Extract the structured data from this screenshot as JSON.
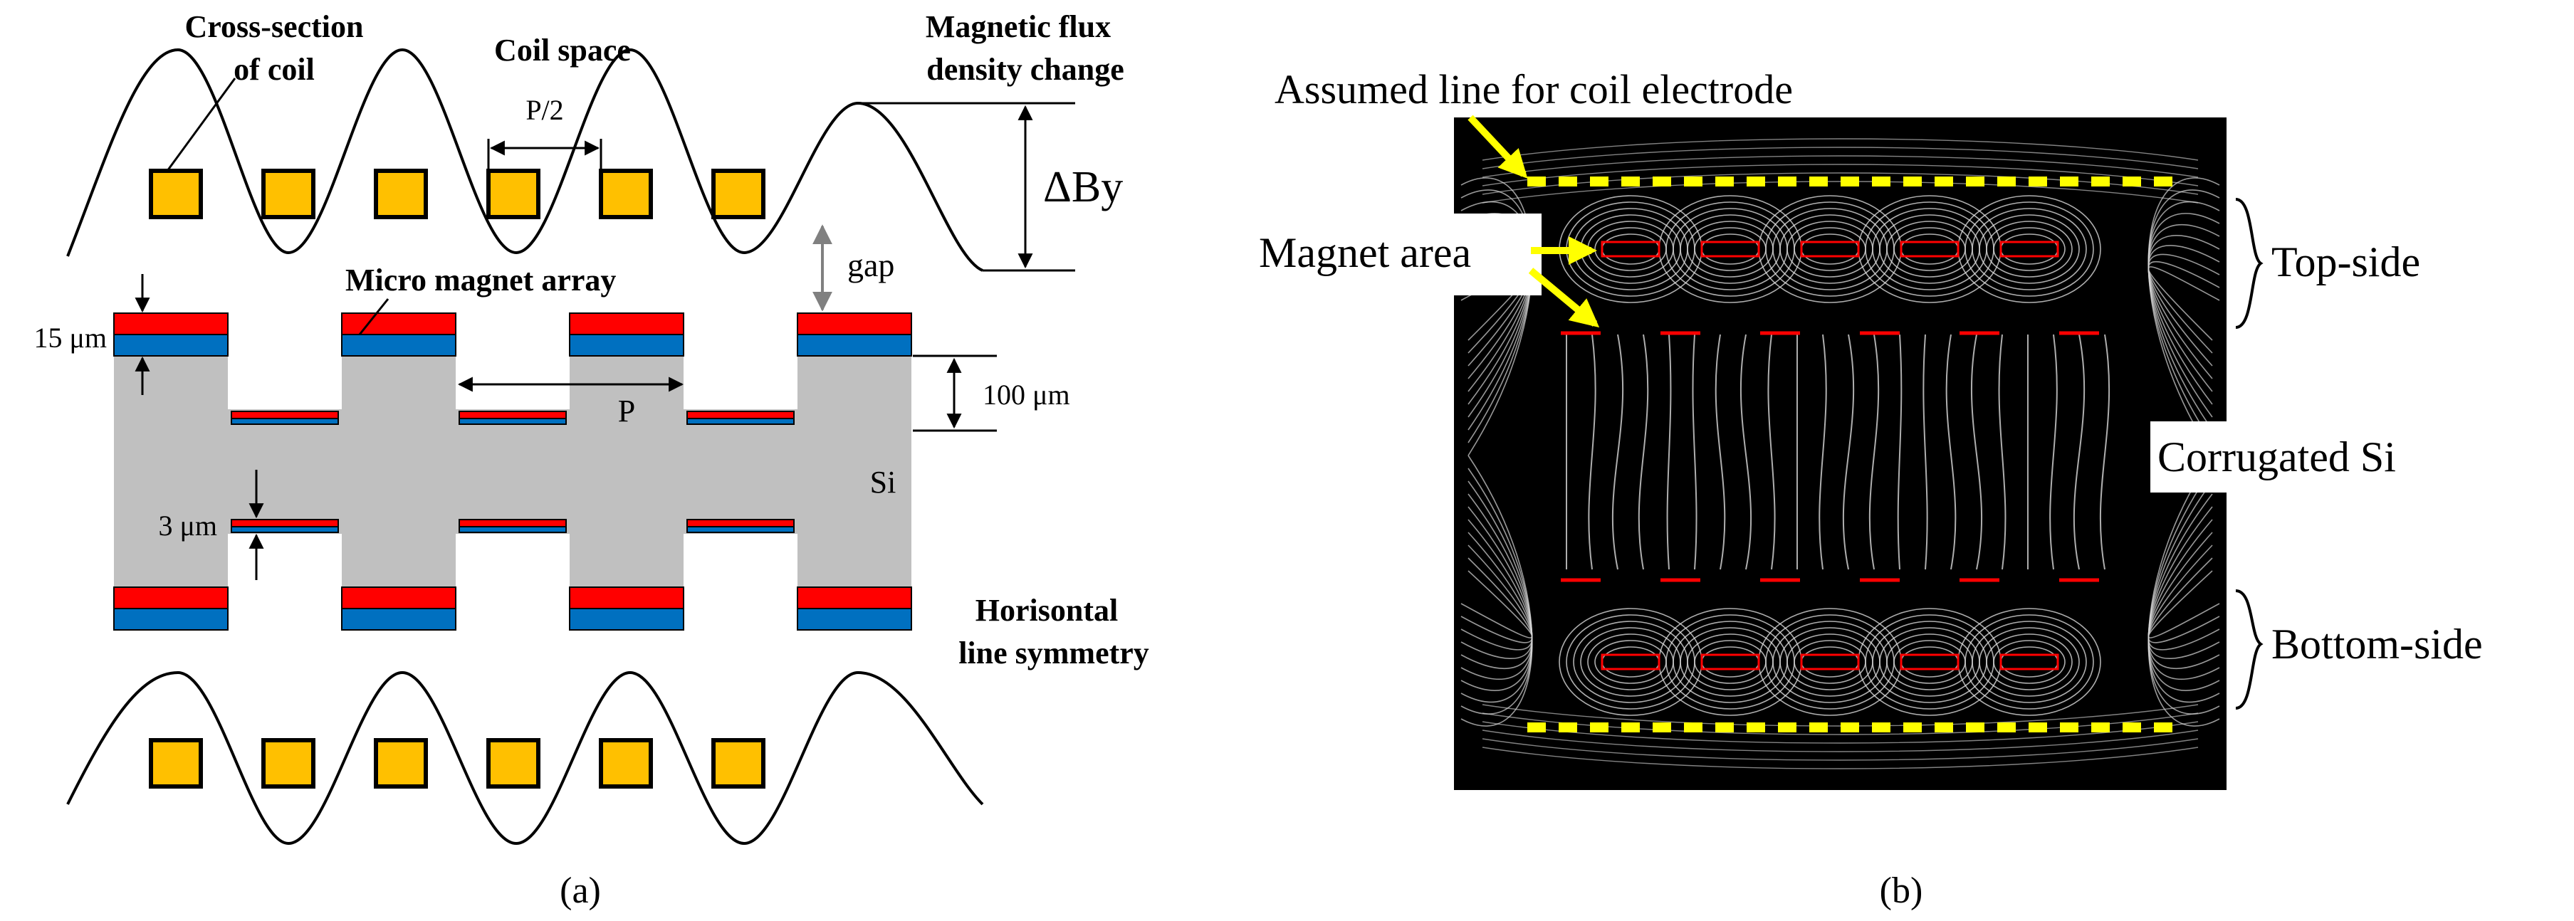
{
  "panel_a": {
    "caption": "(a)",
    "labels": {
      "cross_section_line1": "Cross-section",
      "cross_section_line2": "of coil",
      "coil_space": "Coil space",
      "flux_line1": "Magnetic flux",
      "flux_line2": "density change",
      "half_pitch": "P/2",
      "delta_by": "ΔBy",
      "gap": "gap",
      "micro_magnet": "Micro magnet array",
      "thickness_15": "15 μm",
      "pitch": "P",
      "thickness_100": "100 μm",
      "si": "Si",
      "thickness_3": "3 μm",
      "symmetry_line1": "Horisontal",
      "symmetry_line2": "line symmetry"
    },
    "colors": {
      "coil_fill": "#FFC000",
      "magnet_red": "#FF0000",
      "magnet_blue": "#0070C0",
      "silicon": "#C0C0C0"
    }
  },
  "panel_b": {
    "caption": "(b)",
    "labels": {
      "assumed_line": "Assumed line for coil electrode",
      "magnet_area": "Magnet area",
      "top_side": "Top-side",
      "corrugated_si": "Corrugated Si",
      "bottom_side": "Bottom-side"
    },
    "colors": {
      "background": "#000000",
      "field_lines": "#D9D9D9",
      "electrode_line": "#FFFF00",
      "magnet": "#FF0000"
    }
  }
}
